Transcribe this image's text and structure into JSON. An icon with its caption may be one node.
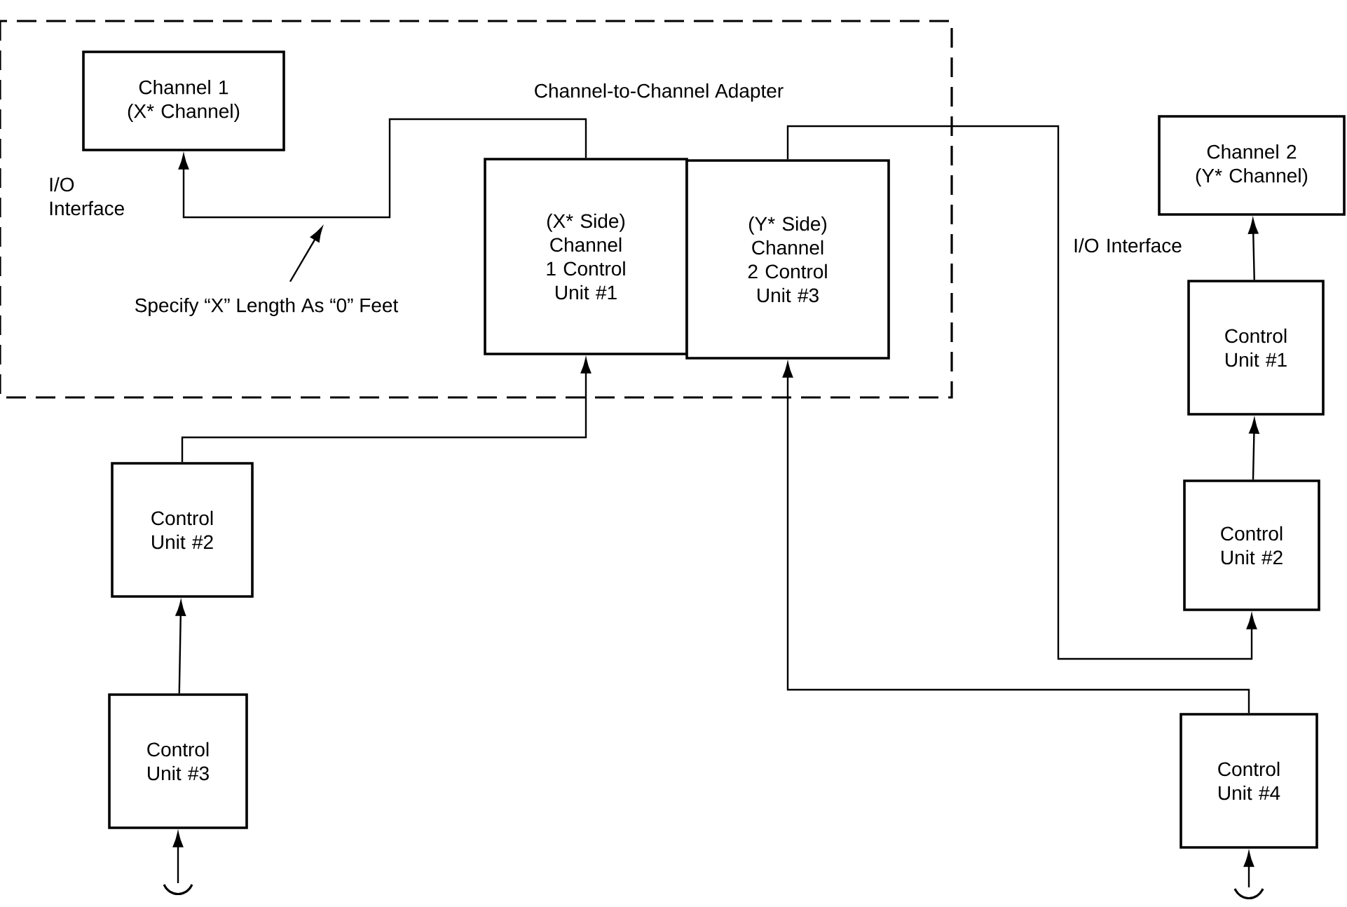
{
  "diagram": {
    "nodes": [
      {
        "text": [
          "Channel-to-Channel Adapter"
        ]
      },
      {
        "text": [
          "Channel 1 (X* Channel)"
        ],
        "in": 0
      },
      {
        "text": [
          "(X* Side) Channel 1 Control Unit #1"
        ],
        "in": 0
      },
      {
        "text": [
          "(Y* Side) Channel 2 Control Unit #3"
        ],
        "in": 0
      },
      {
        "text": [
          "Channel 2 (Y* Channel)"
        ]
      },
      {
        "text": [
          "Control Unit #1"
        ]
      },
      {
        "text": [
          "Control Unit #2"
        ]
      },
      {
        "text": [
          "Control Unit #2"
        ]
      },
      {
        "text": [
          "Control Unit #3"
        ]
      },
      {
        "text": [
          "Control Unit #4"
        ]
      },
      {
        "text": [
          "Specify “X” Length As “0” Feet"
        ],
        "in": 0
      }
    ],
    "edges": [
      {
        "from": 2,
        "to": 1,
        "arrow": "to"
      },
      {
        "from": 3,
        "to": 6,
        "arrow": "to"
      },
      {
        "from": 6,
        "to": 5,
        "arrow": "to"
      },
      {
        "from": 5,
        "to": 4,
        "arrow": "to"
      },
      {
        "from": 7,
        "to": 2,
        "arrow": "to"
      },
      {
        "from": 8,
        "to": 7,
        "arrow": "to"
      },
      {
        "from": 9,
        "to": 3,
        "arrow": "to"
      },
      {
        "from": null,
        "to": 8,
        "arrow": "to"
      },
      {
        "from": null,
        "to": 9,
        "arrow": "to"
      },
      {
        "from": 10,
        "to": null,
        "arrow": "to"
      }
    ],
    "labels": [
      "I/O Interface",
      "I/O Interface"
    ]
  }
}
